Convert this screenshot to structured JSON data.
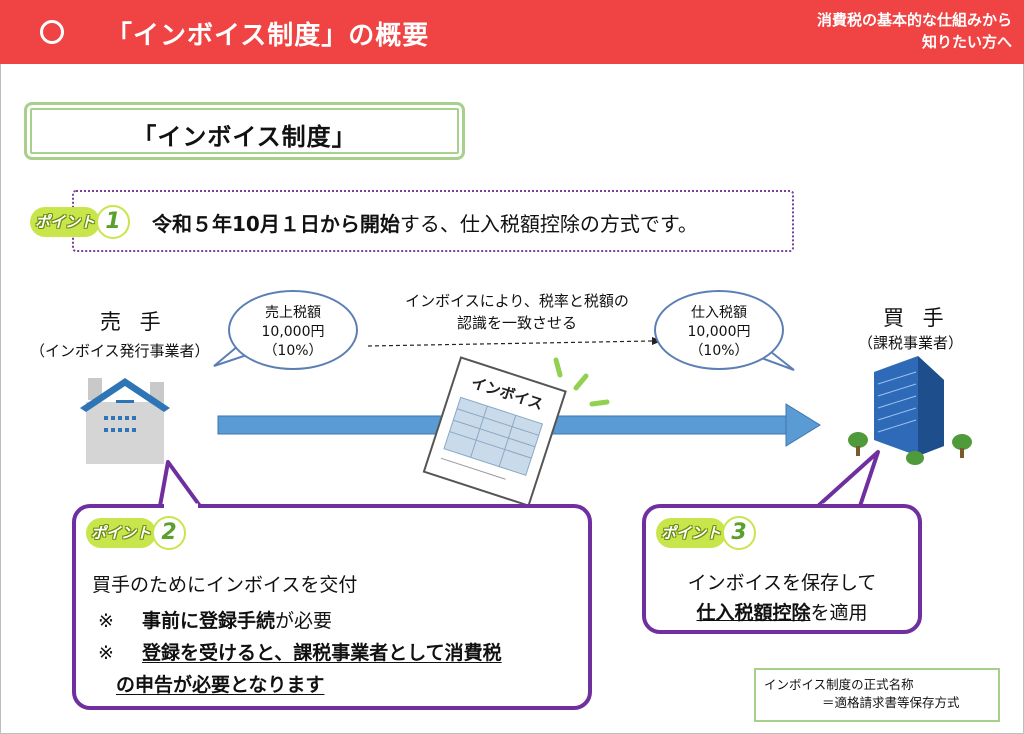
{
  "header": {
    "title": "「インボイス制度」の概要",
    "subtitle_line1": "消費税の基本的な仕組みから",
    "subtitle_line2": "知りたい方へ"
  },
  "title_box": "「インボイス制度」",
  "badge_label": "ポイント",
  "point1": {
    "number": "1",
    "bold": "令和５年10月１日から開始",
    "rest": "する、仕入税額控除の方式です。"
  },
  "seller": {
    "name": "売 手",
    "sub": "（インボイス発行事業者）"
  },
  "buyer": {
    "name": "買 手",
    "sub": "（課税事業者）"
  },
  "bubble_left": {
    "l1": "売上税額",
    "l2": "10,000円",
    "l3": "（10%）"
  },
  "bubble_right": {
    "l1": "仕入税額",
    "l2": "10,000円",
    "l3": "（10%）"
  },
  "arrow_note": {
    "l1": "インボイスにより、税率と税額の",
    "l2": "認識を一致させる"
  },
  "invoice_label": "インボイス",
  "point2": {
    "number": "2",
    "line1": "買手のためにインボイスを交付",
    "mark": "※",
    "line2_bold": "事前に登録手続",
    "line2_rest": "が必要",
    "line3": "登録を受けると、課税事業者として消費税",
    "line4": "の申告が必要となります"
  },
  "point3": {
    "number": "3",
    "line1": "インボイスを保存して",
    "line2_bold": "仕入税額控除",
    "line2_rest": "を適用"
  },
  "formal_name": {
    "l1": "インボイス制度の正式名称",
    "l2": "＝適格請求書等保存方式"
  },
  "colors": {
    "header": "#f04343",
    "purple": "#6f2f9f",
    "green": "#a8d08d",
    "badge": "#c8e64b",
    "arrow": "#5b9bd5"
  },
  "icons": [
    "seller-house-icon",
    "invoice-document-icon",
    "buyer-building-icon"
  ]
}
